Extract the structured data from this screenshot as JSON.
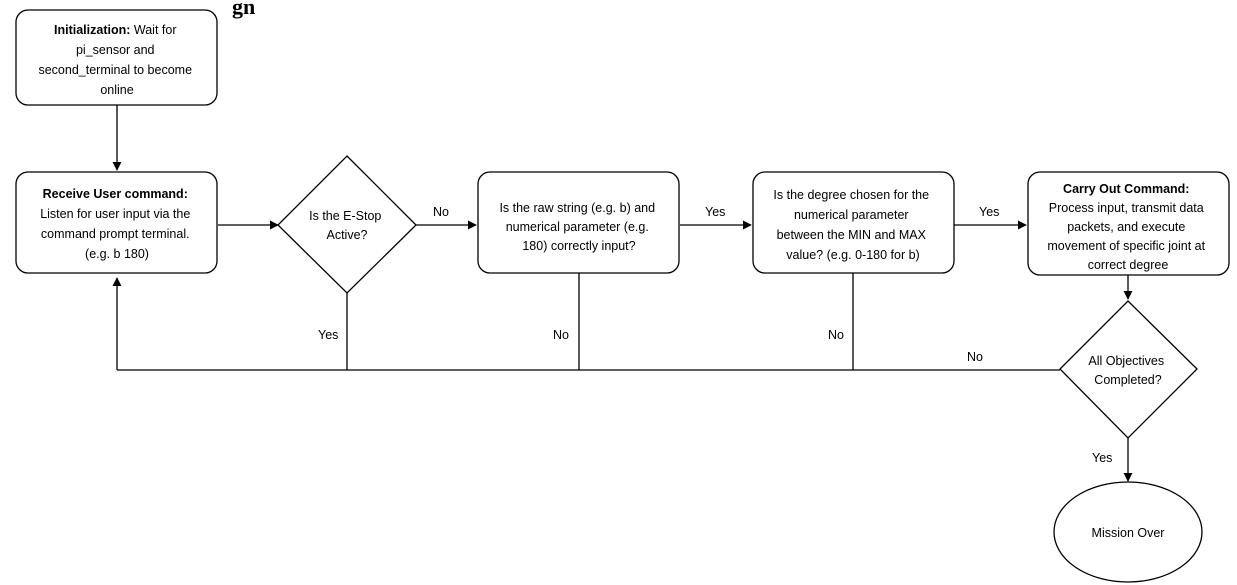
{
  "title_fragment": "gn",
  "nodes": {
    "init": {
      "bold": "Initialization:",
      "first_rest": " Wait for",
      "lines": [
        "pi_sensor and",
        "second_terminal to become",
        "online"
      ]
    },
    "receive": {
      "bold": "Receive User command:",
      "lines": [
        "Listen for user input via the",
        "command prompt terminal.",
        "(e.g. b 180)"
      ]
    },
    "estop": {
      "lines": [
        "Is the E-Stop",
        "Active?"
      ]
    },
    "raw": {
      "lines": [
        "Is the raw string (e.g. b) and",
        "numerical parameter (e.g.",
        "180) correctly input?"
      ]
    },
    "degree": {
      "lines": [
        "Is the degree chosen for the",
        "numerical parameter",
        "between the MIN and MAX",
        "value? (e.g. 0-180 for b)"
      ]
    },
    "carry": {
      "bold": "Carry Out Command:",
      "lines": [
        "Process input, transmit data",
        "packets, and execute",
        "movement of specific joint at",
        "correct degree"
      ]
    },
    "objectives": {
      "lines": [
        "All Objectives",
        "Completed?"
      ]
    },
    "end": {
      "lines": [
        "Mission Over"
      ]
    }
  },
  "edge_labels": {
    "estop_no": "No",
    "raw_yes": "Yes",
    "degree_yes": "Yes",
    "estop_yes": "Yes",
    "raw_no": "No",
    "degree_no": "No",
    "objectives_no": "No",
    "objectives_yes": "Yes"
  }
}
